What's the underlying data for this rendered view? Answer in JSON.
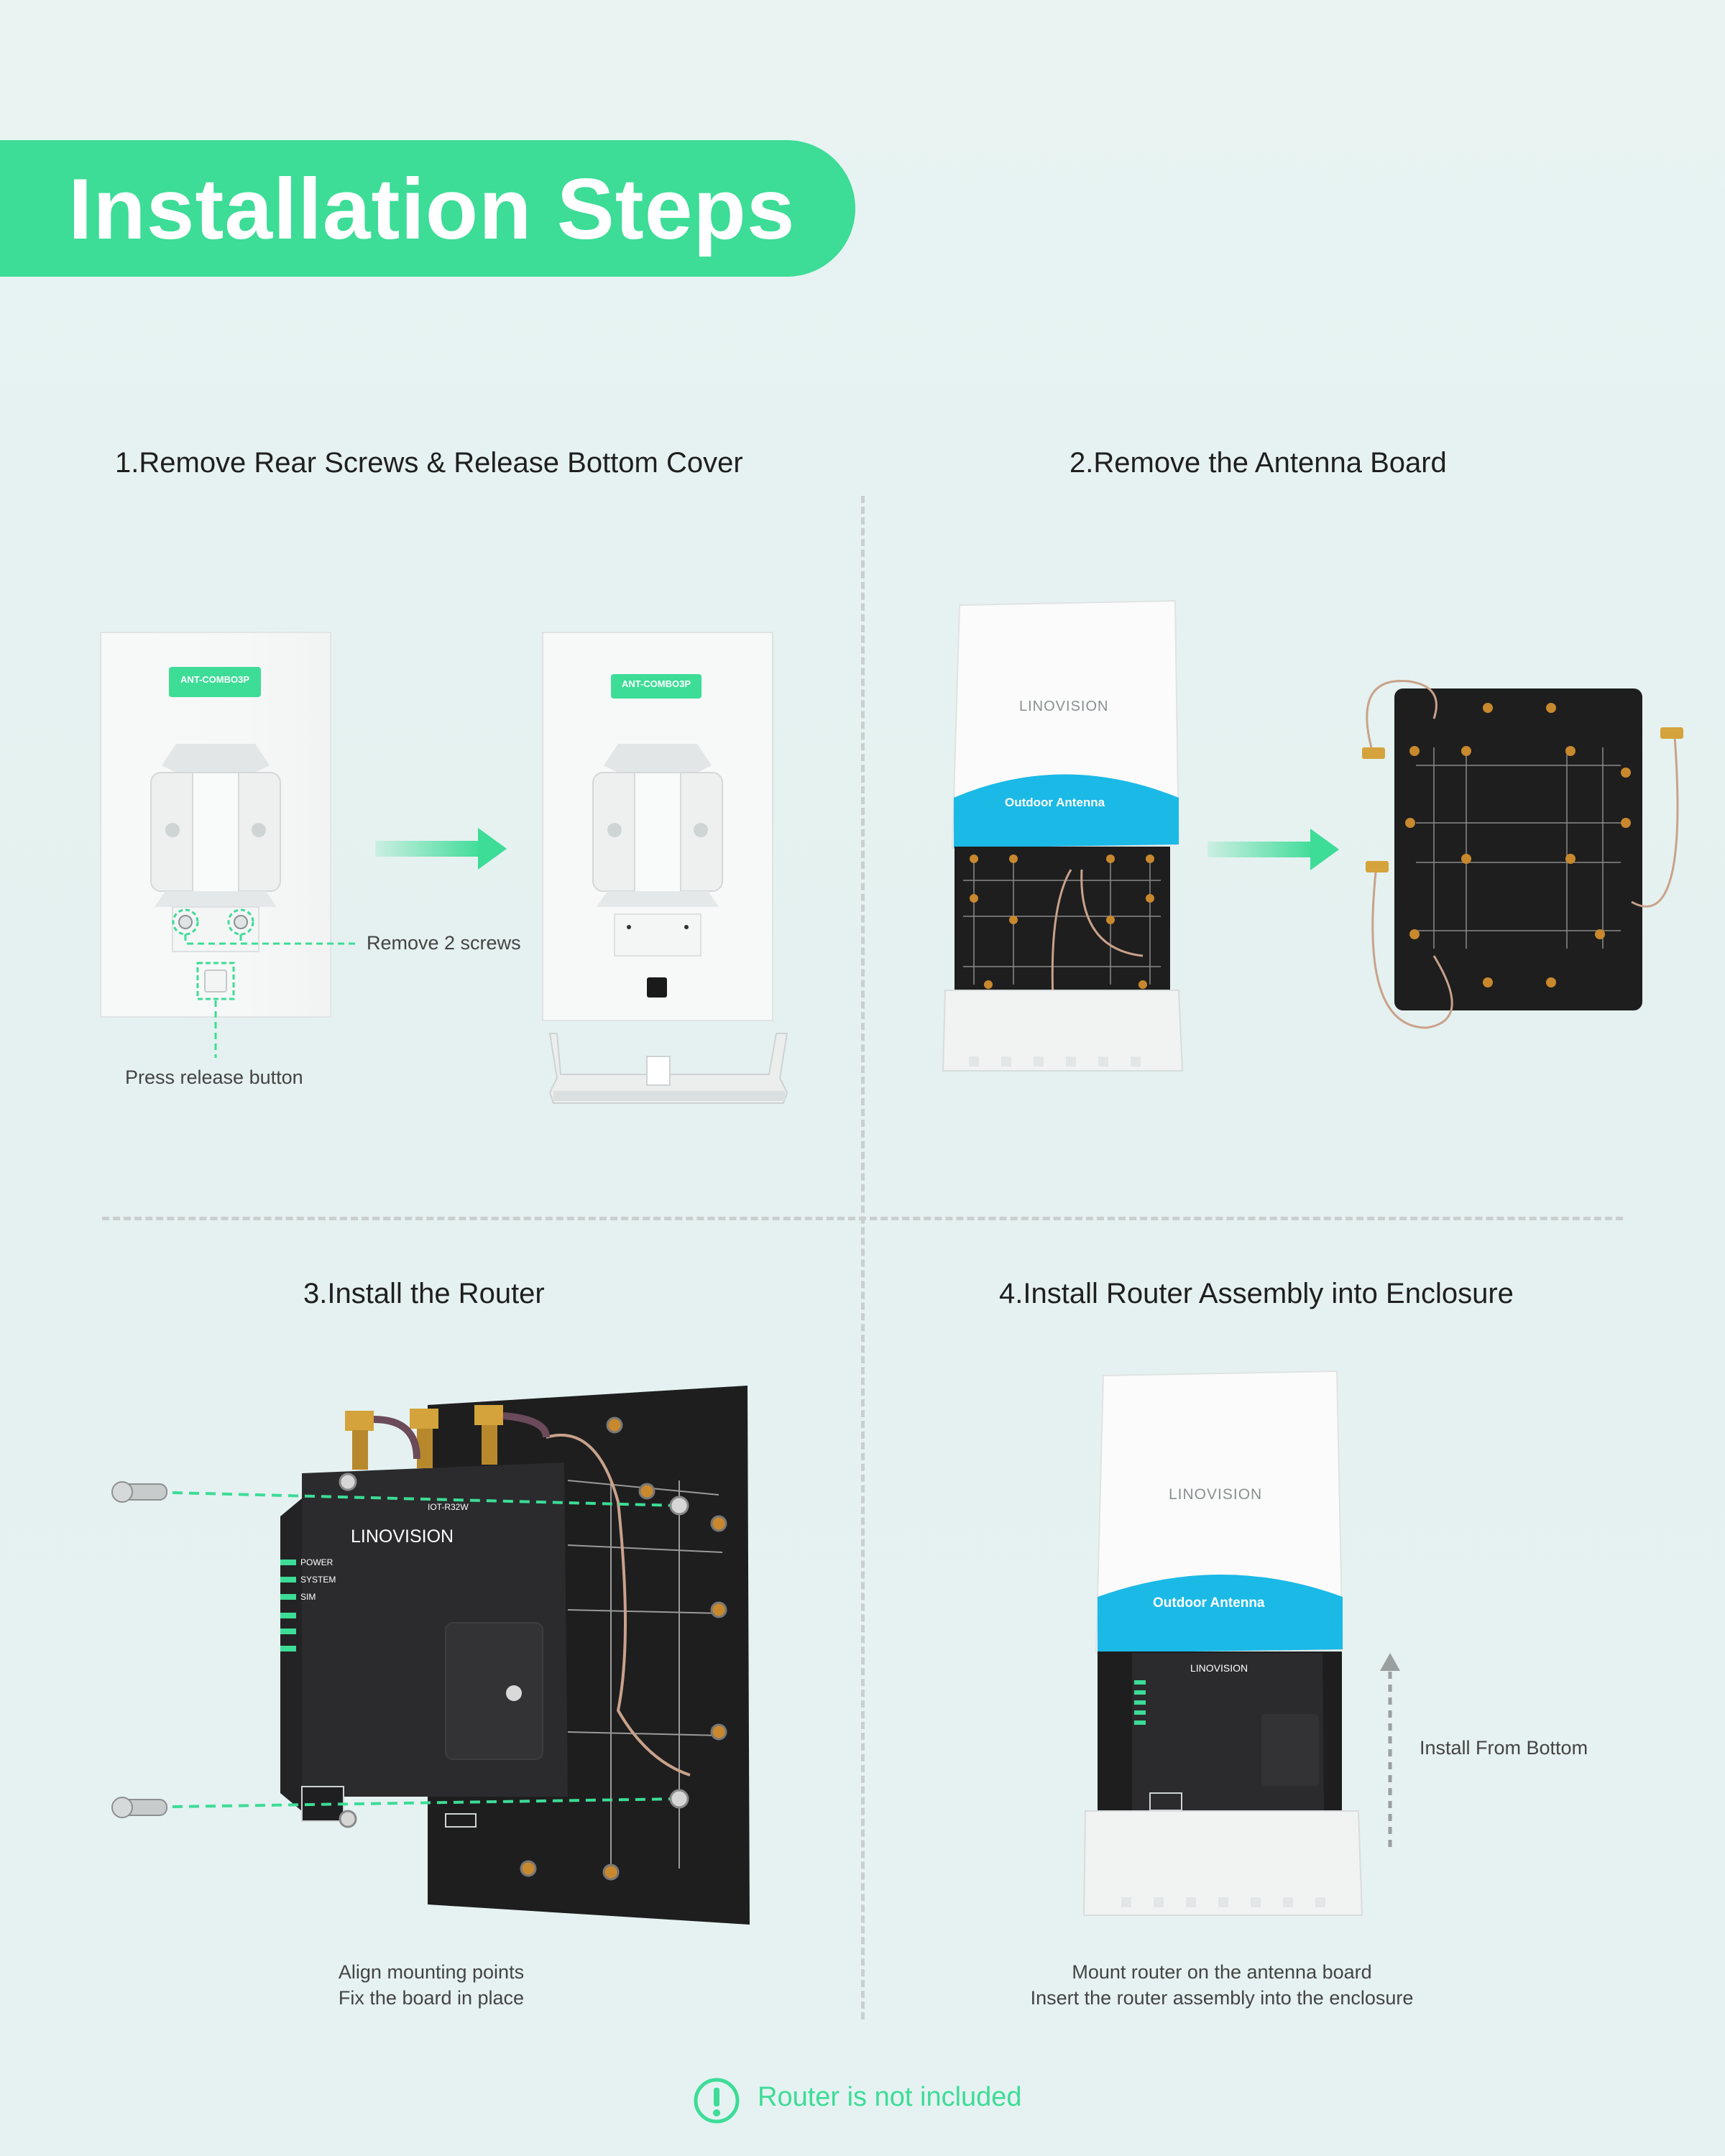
{
  "header": {
    "title": "Installation Steps"
  },
  "steps": [
    {
      "title": "1.Remove Rear Screws & Release Bottom Cover",
      "label_tag": "ANT-COMBO3P",
      "callout_screws": "Remove 2 screws",
      "callout_button": "Press release button"
    },
    {
      "title": "2.Remove the Antenna Board",
      "brand": "LINOVISION",
      "band_label": "Outdoor Antenna"
    },
    {
      "title": "3.Install the Router",
      "router_brand": "LINOVISION",
      "router_model": "IOT-R32W",
      "leds": [
        "POWER",
        "SYSTEM",
        "SIM"
      ],
      "caption_line1": "Align mounting points",
      "caption_line2": "Fix the board in place"
    },
    {
      "title": "4.Install Router Assembly into Enclosure",
      "brand": "LINOVISION",
      "band_label": "Outdoor Antenna",
      "router_brand": "LINOVISION",
      "side_label": "Install From Bottom",
      "caption_line1": "Mount router on the antenna board",
      "caption_line2": "Insert the router assembly into the enclosure"
    }
  ],
  "footer": {
    "note": "Router is not included",
    "icon": "exclamation-circle-icon"
  },
  "colors": {
    "accent": "#3ddc97",
    "band": "#1bb9e6",
    "board": "#1e1e1f"
  }
}
